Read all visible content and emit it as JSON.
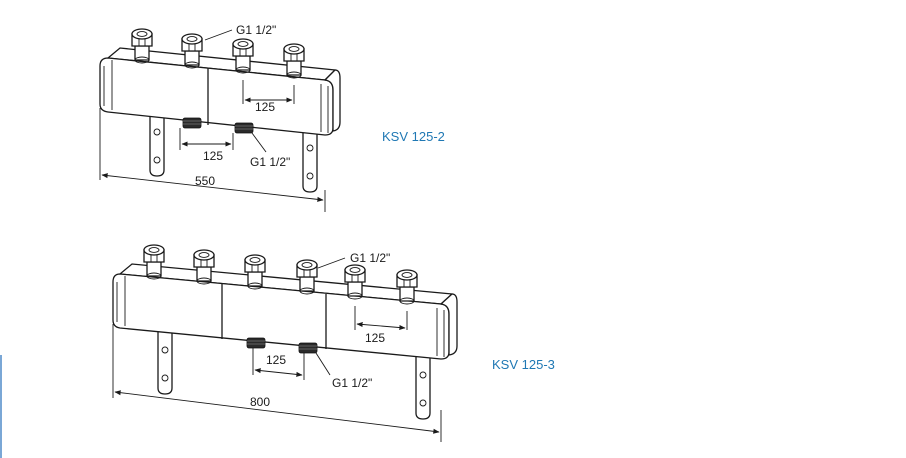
{
  "colors": {
    "model_label": "#1f78b4",
    "line": "#1a1a1a"
  },
  "diagram_top": {
    "model": "KSV 125-2",
    "thread_top": "G1 1/2\"",
    "thread_bottom": "G1 1/2\"",
    "spacing_top": "125",
    "spacing_bottom": "125",
    "overall_length": "550"
  },
  "diagram_bottom": {
    "model": "KSV 125-3",
    "thread_top": "G1 1/2\"",
    "thread_bottom": "G1 1/2\"",
    "spacing_top": "125",
    "spacing_bottom": "125",
    "overall_length": "800"
  }
}
